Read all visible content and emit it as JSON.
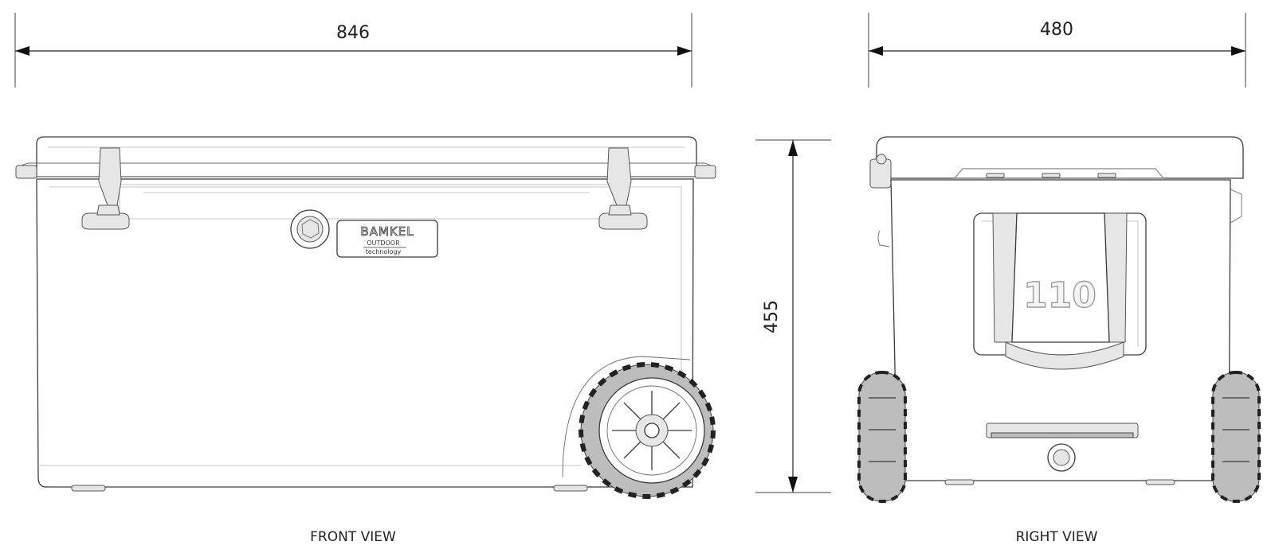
{
  "dimensions": {
    "front_width": "846",
    "side_width": "480",
    "height": "455"
  },
  "views": {
    "front_label": "FRONT VIEW",
    "right_label": "RIGHT VIEW"
  },
  "logo": {
    "brand": "BAMKEL",
    "line2": "OUTDOOR",
    "line3": "technology"
  },
  "side_emboss": "110"
}
